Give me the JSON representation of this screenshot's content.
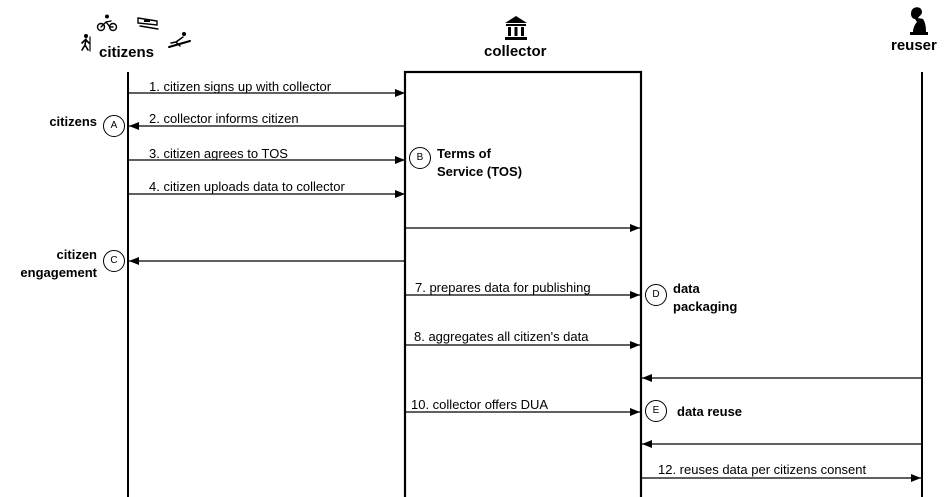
{
  "actors": {
    "citizens": "citizens",
    "collector": "collector",
    "reuser": "reuser"
  },
  "messages": [
    "1. citizen signs up with collector",
    "2. collector informs citizen",
    "3. citizen agrees to TOS",
    "4. citizen uploads data to collector",
    "7. prepares data for publishing",
    "8. aggregates all citizen's data",
    "10. collector offers DUA",
    "12. reuses data per citizens consent"
  ],
  "badges": [
    "A",
    "B",
    "C",
    "D",
    "E"
  ],
  "notes": {
    "a": "citizens",
    "b_line1": "Terms of",
    "b_line2": "Service (TOS)",
    "c_line1": "citizen",
    "c_line2": "engagement",
    "d_line1": "data",
    "d_line2": "packaging",
    "e": "data reuse"
  },
  "icons": {
    "citizens": [
      "hiker-icon",
      "cyclist-icon",
      "skier-icon",
      "snowboarder-icon"
    ],
    "collector": "bank-building-icon",
    "reuser": "thinker-statue-icon"
  }
}
